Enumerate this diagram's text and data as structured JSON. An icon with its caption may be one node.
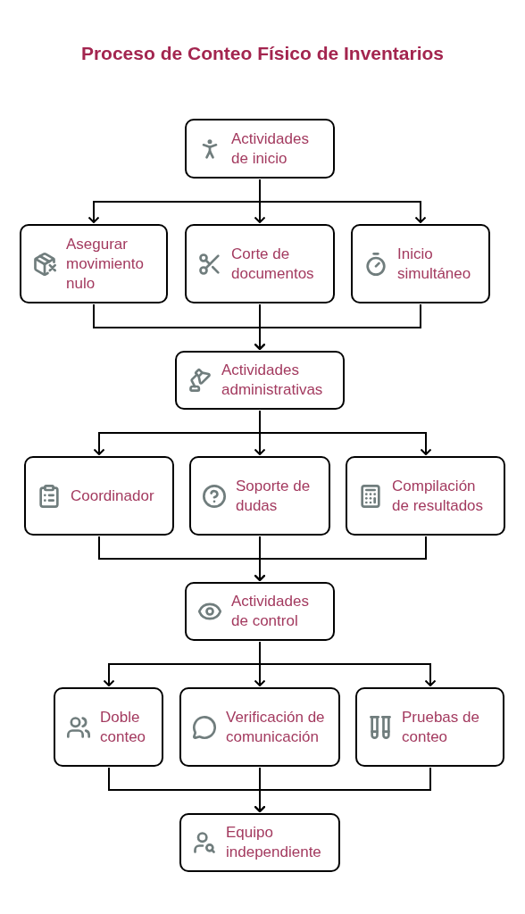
{
  "diagram": {
    "title": "Proceso de Conteo Físico de Inventarios",
    "nodes": [
      {
        "text": [
          "Actividades de inicio"
        ]
      },
      {
        "text": [
          "Asegurar movimiento nulo"
        ]
      },
      {
        "text": [
          "Corte de documentos"
        ]
      },
      {
        "text": [
          "Inicio simultáneo"
        ]
      },
      {
        "text": [
          "Actividades administrativas"
        ]
      },
      {
        "text": [
          "Coordinador"
        ]
      },
      {
        "text": [
          "Soporte de dudas"
        ]
      },
      {
        "text": [
          "Compilación de resultados"
        ]
      },
      {
        "text": [
          "Actividades de control"
        ]
      },
      {
        "text": [
          "Doble conteo"
        ]
      },
      {
        "text": [
          "Verificación de comunicación"
        ]
      },
      {
        "text": [
          "Pruebas de conteo"
        ]
      },
      {
        "text": [
          "Equipo independiente"
        ]
      }
    ],
    "edges": [
      {
        "from": 0,
        "to": 1,
        "arrow": "to"
      },
      {
        "from": 0,
        "to": 2,
        "arrow": "to"
      },
      {
        "from": 0,
        "to": 3,
        "arrow": "to"
      },
      {
        "from": 1,
        "to": 4,
        "arrow": "to"
      },
      {
        "from": 2,
        "to": 4,
        "arrow": "to"
      },
      {
        "from": 3,
        "to": 4,
        "arrow": "to"
      },
      {
        "from": 4,
        "to": 5,
        "arrow": "to"
      },
      {
        "from": 4,
        "to": 6,
        "arrow": "to"
      },
      {
        "from": 4,
        "to": 7,
        "arrow": "to"
      },
      {
        "from": 5,
        "to": 8,
        "arrow": "to"
      },
      {
        "from": 6,
        "to": 8,
        "arrow": "to"
      },
      {
        "from": 7,
        "to": 8,
        "arrow": "to"
      },
      {
        "from": 8,
        "to": 9,
        "arrow": "to"
      },
      {
        "from": 8,
        "to": 10,
        "arrow": "to"
      },
      {
        "from": 8,
        "to": 11,
        "arrow": "to"
      },
      {
        "from": 9,
        "to": 12,
        "arrow": "to"
      },
      {
        "from": 10,
        "to": 12,
        "arrow": "to"
      },
      {
        "from": 11,
        "to": 12,
        "arrow": "to"
      }
    ]
  }
}
